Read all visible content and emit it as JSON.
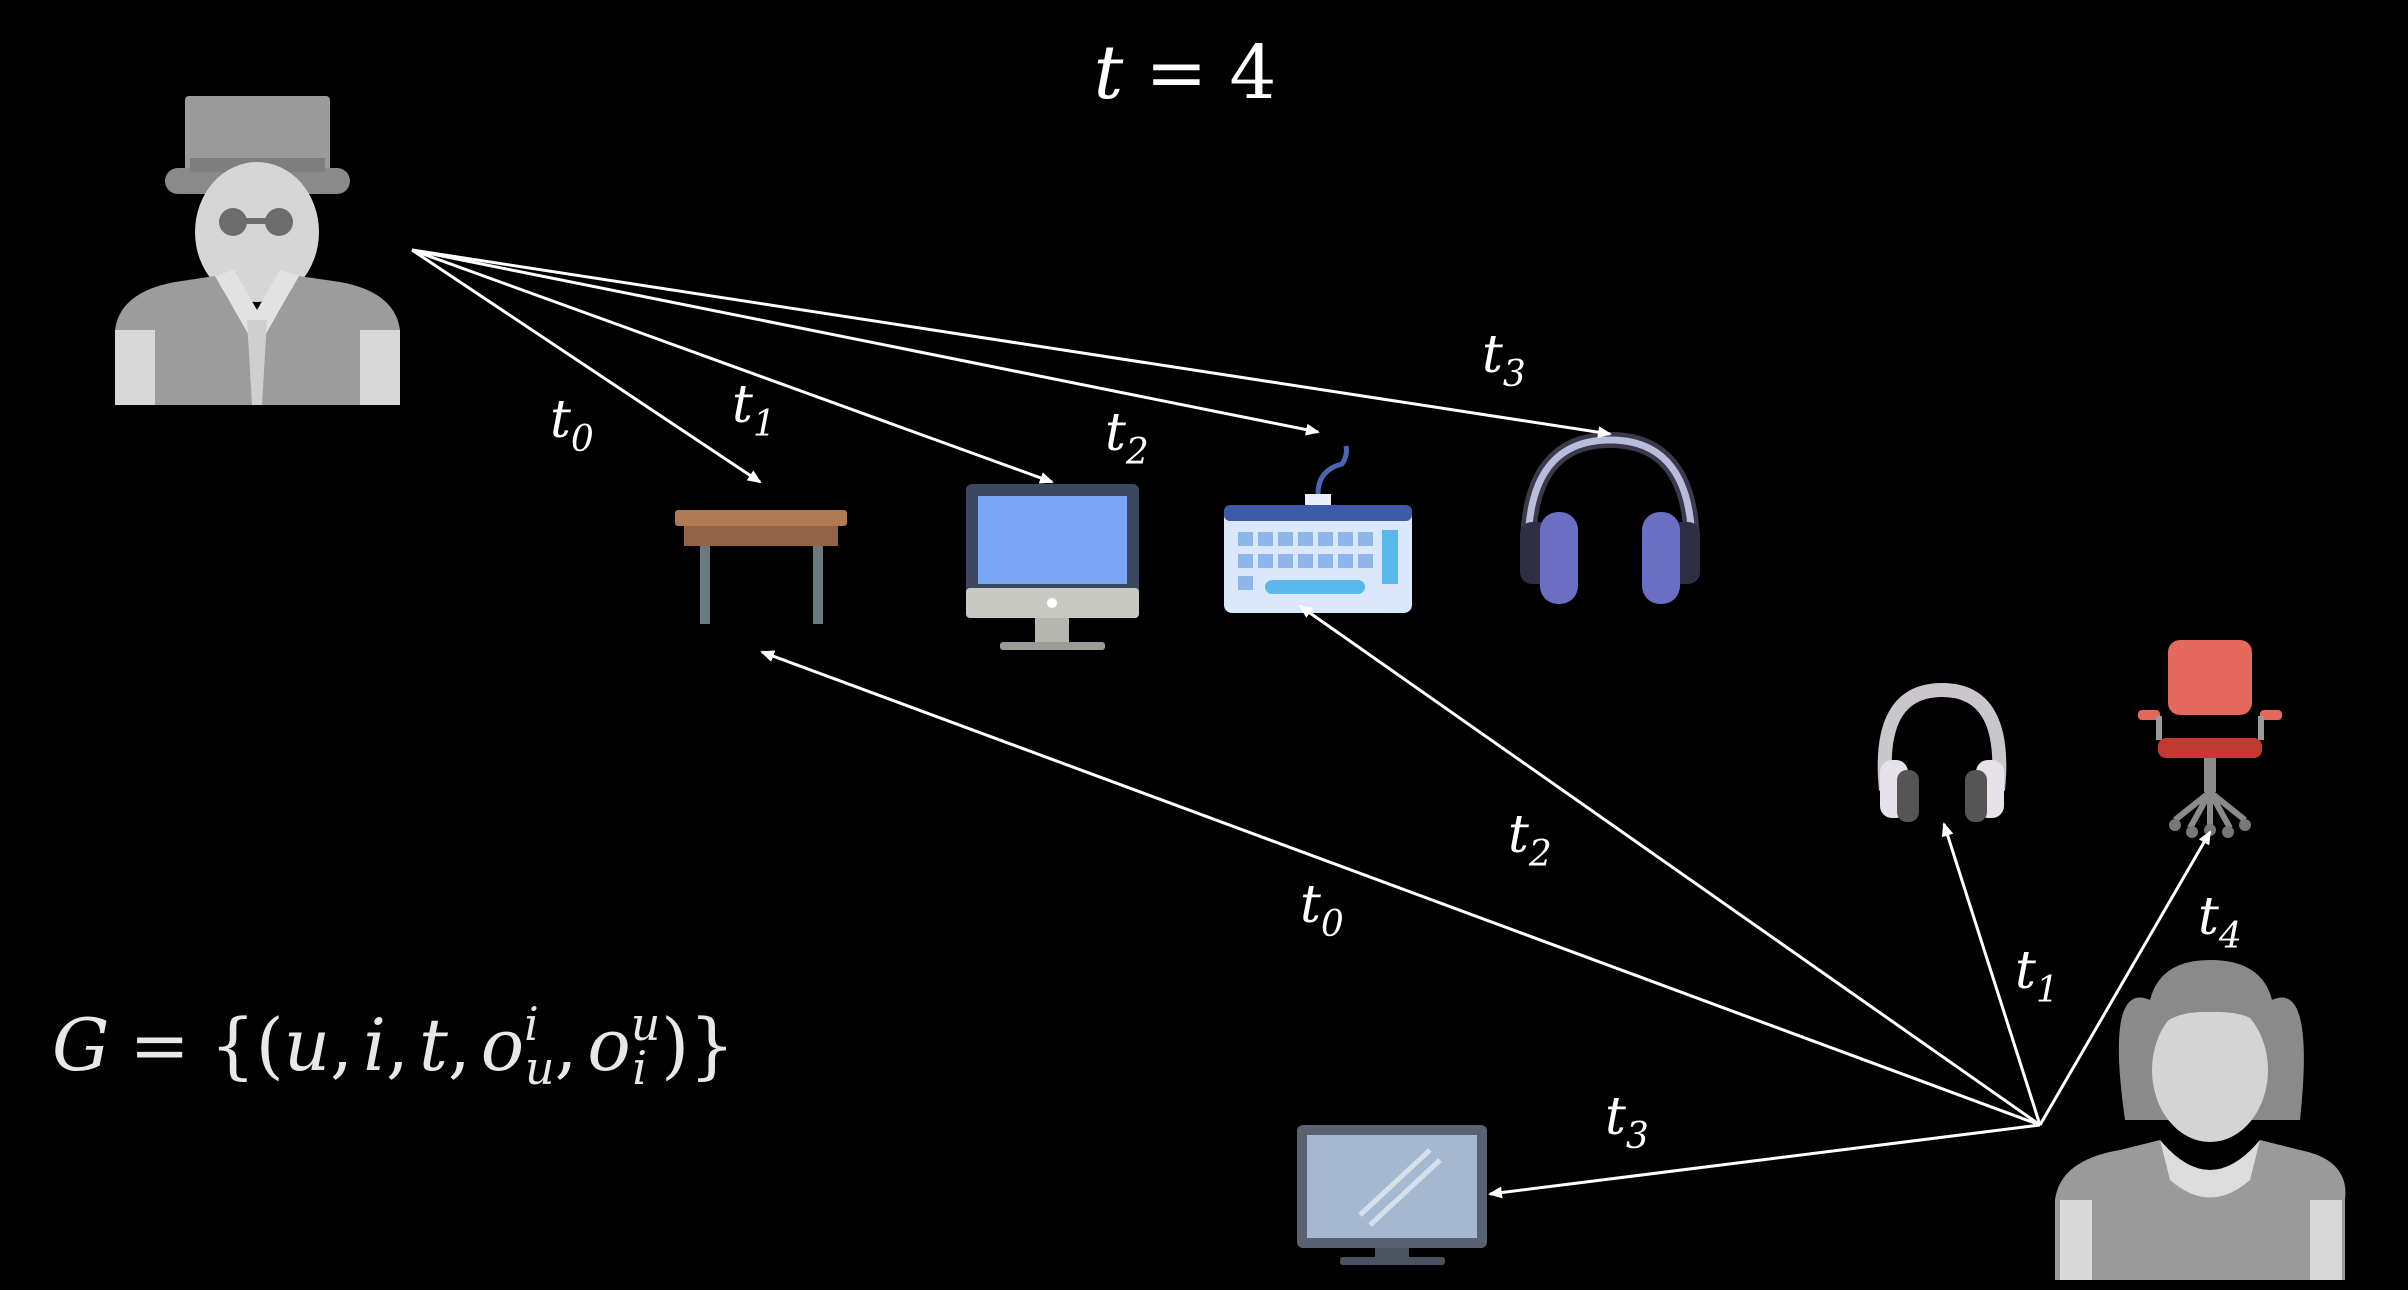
{
  "title": {
    "var": "t",
    "eq": "=",
    "value": "4"
  },
  "formula": {
    "lhs": "G",
    "eq": "=",
    "open": "{(",
    "u": "u",
    "c1": ",",
    "i": "i",
    "c2": ",",
    "t": "t",
    "c3": ",",
    "o1": "o",
    "o1_sup": "i",
    "o1_sub": "u",
    "c4": ",",
    "o2": "o",
    "o2_sup": "u",
    "o2_sub": "i",
    "close": ")}"
  },
  "users": [
    {
      "name": "gentleman-user-icon",
      "color": "#9a9a9a"
    },
    {
      "name": "woman-user-icon",
      "color": "#8f8f8f"
    }
  ],
  "items": {
    "top": [
      "table-icon",
      "monitor-icon",
      "keyboard-icon",
      "headphones-icon"
    ],
    "bottom": [
      "headphones-icon",
      "office-chair-icon",
      "monitor-icon"
    ]
  },
  "edges": {
    "user1": [
      {
        "target": "table",
        "label": "t",
        "sub": "0"
      },
      {
        "target": "monitor",
        "label": "t",
        "sub": "1"
      },
      {
        "target": "keyboard",
        "label": "t",
        "sub": "2"
      },
      {
        "target": "headphones",
        "label": "t",
        "sub": "3"
      }
    ],
    "user2": [
      {
        "target": "table",
        "label": "t",
        "sub": "0"
      },
      {
        "target": "headphones-white",
        "label": "t",
        "sub": "1"
      },
      {
        "target": "keyboard",
        "label": "t",
        "sub": "2"
      },
      {
        "target": "monitor-grey",
        "label": "t",
        "sub": "3"
      },
      {
        "target": "office-chair",
        "label": "t",
        "sub": "4"
      }
    ]
  }
}
